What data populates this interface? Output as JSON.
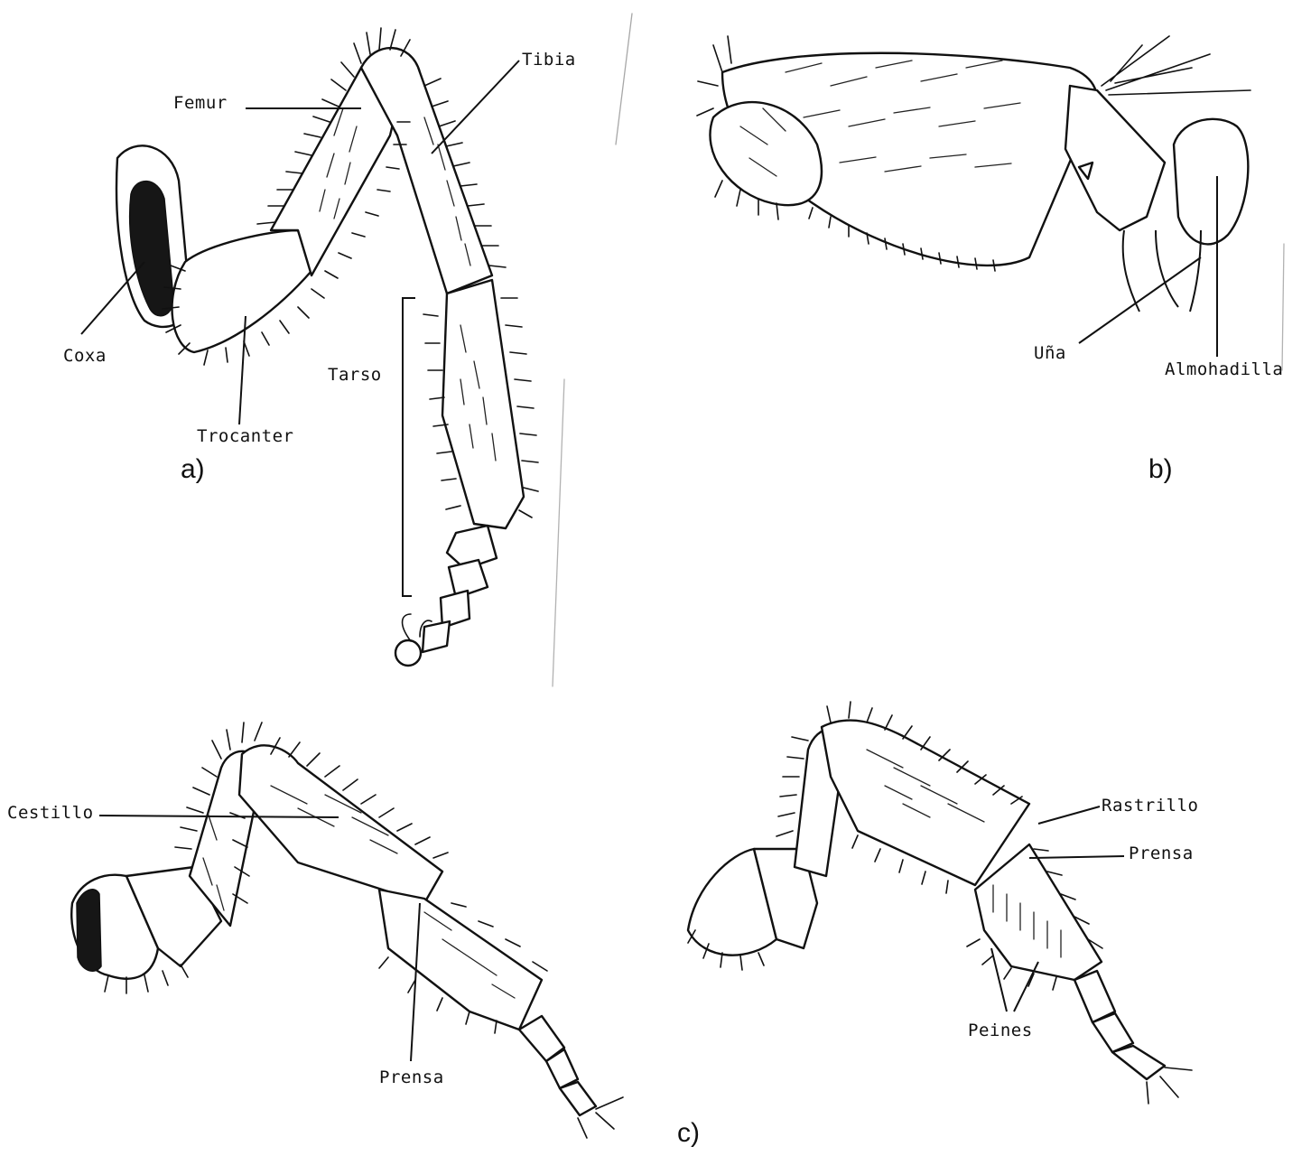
{
  "figure": {
    "panels": {
      "a": "a)",
      "b": "b)",
      "c": "c)"
    },
    "labels": {
      "femur": "Femur",
      "tibia": "Tibia",
      "coxa": "Coxa",
      "trocanter": "Trocanter",
      "tarso": "Tarso",
      "una": "Uña",
      "almohadilla": "Almohadilla",
      "cestillo": "Cestillo",
      "prensa_left": "Prensa",
      "rastrillo": "Rastrillo",
      "prensa_right": "Prensa",
      "peines": "Peines"
    }
  }
}
